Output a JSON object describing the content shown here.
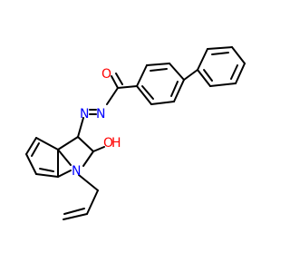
{
  "molecule": {
    "atom_labels": {
      "amide_oxygen": "O",
      "azo_nitrogen_1": "N",
      "azo_nitrogen_2": "N",
      "lactam_oxygen": "O",
      "lactam_oxygen_h": "H",
      "indole_nitrogen": "N"
    },
    "colors": {
      "bond": "#000000",
      "oxygen": "#ff0000",
      "nitrogen": "#0000ff"
    }
  }
}
